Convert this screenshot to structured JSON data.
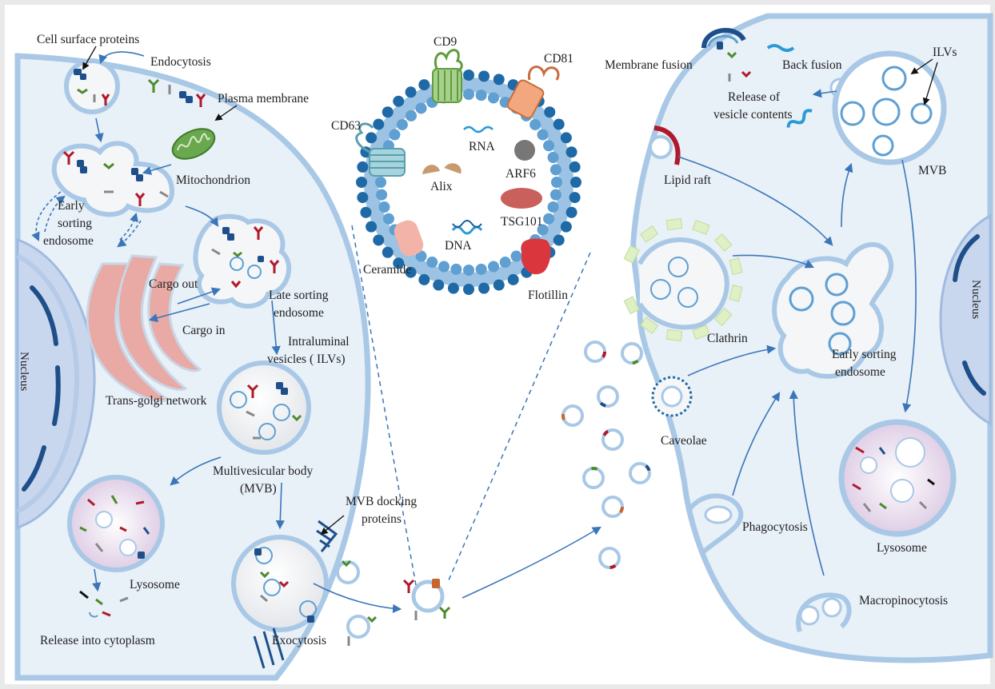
{
  "colors": {
    "cell_fill": "#e8f0f8",
    "membrane": "#a9c8e6",
    "arrow": "#3a76b8",
    "nucleus_fill": "#c9d7ee",
    "nucleus_dark": "#1f4f8a",
    "golgi": "#e9a9a4",
    "lysosome_fill": "#e4d8ea",
    "bilayer_head_light": "#5f9fd2",
    "bilayer_head_dark": "#1f6aa6"
  },
  "labels": {
    "cell_surface_proteins": "Cell surface proteins",
    "endocytosis": "Endocytosis",
    "plasma_membrane": "Plasma membrane",
    "mitochondrion": "Mitochondrion",
    "early_sorting_endosome_left": [
      "Early",
      "sorting",
      "endosome"
    ],
    "nucleus_left": "Nucleus",
    "cargo_out": "Cargo out",
    "cargo_in": "Cargo in",
    "trans_golgi": "Trans-golgi network",
    "late_sorting_endosome": [
      "Late sorting",
      "endosome"
    ],
    "ilvs_left": [
      "Intraluminal",
      "vesicles ( ILVs)"
    ],
    "mvb_left": [
      "Multivesicular body",
      "(MVB)"
    ],
    "lysosome_left": "Lysosome",
    "release_cytoplasm": "Release into cytoplasm",
    "mvb_docking": [
      "MVB docking",
      "proteins"
    ],
    "exocytosis": "Exocytosis",
    "cd9": "CD9",
    "cd81": "CD81",
    "cd63": "CD63",
    "rna": "RNA",
    "arf6": "ARF6",
    "alix": "Alix",
    "tsg101": "TSG101",
    "dna": "DNA",
    "ceramide": "Ceramide",
    "flotillin": "Flotillin",
    "membrane_fusion": "Membrane fusion",
    "back_fusion": "Back fusion",
    "ilvs_right": "ILVs",
    "release_vesicle_contents": [
      "Release of",
      "vesicle contents"
    ],
    "mvb_right": "MVB",
    "lipid_raft": "Lipid raft",
    "clathrin": "Clathrin",
    "early_sorting_endosome_right": [
      "Early sorting",
      "endosome"
    ],
    "caveolae": "Caveolae",
    "nucleus_right": "Nucleus",
    "lysosome_right": "Lysosome",
    "phagocytosis": "Phagocytosis",
    "macropinocytosis": "Macropinocytosis"
  }
}
